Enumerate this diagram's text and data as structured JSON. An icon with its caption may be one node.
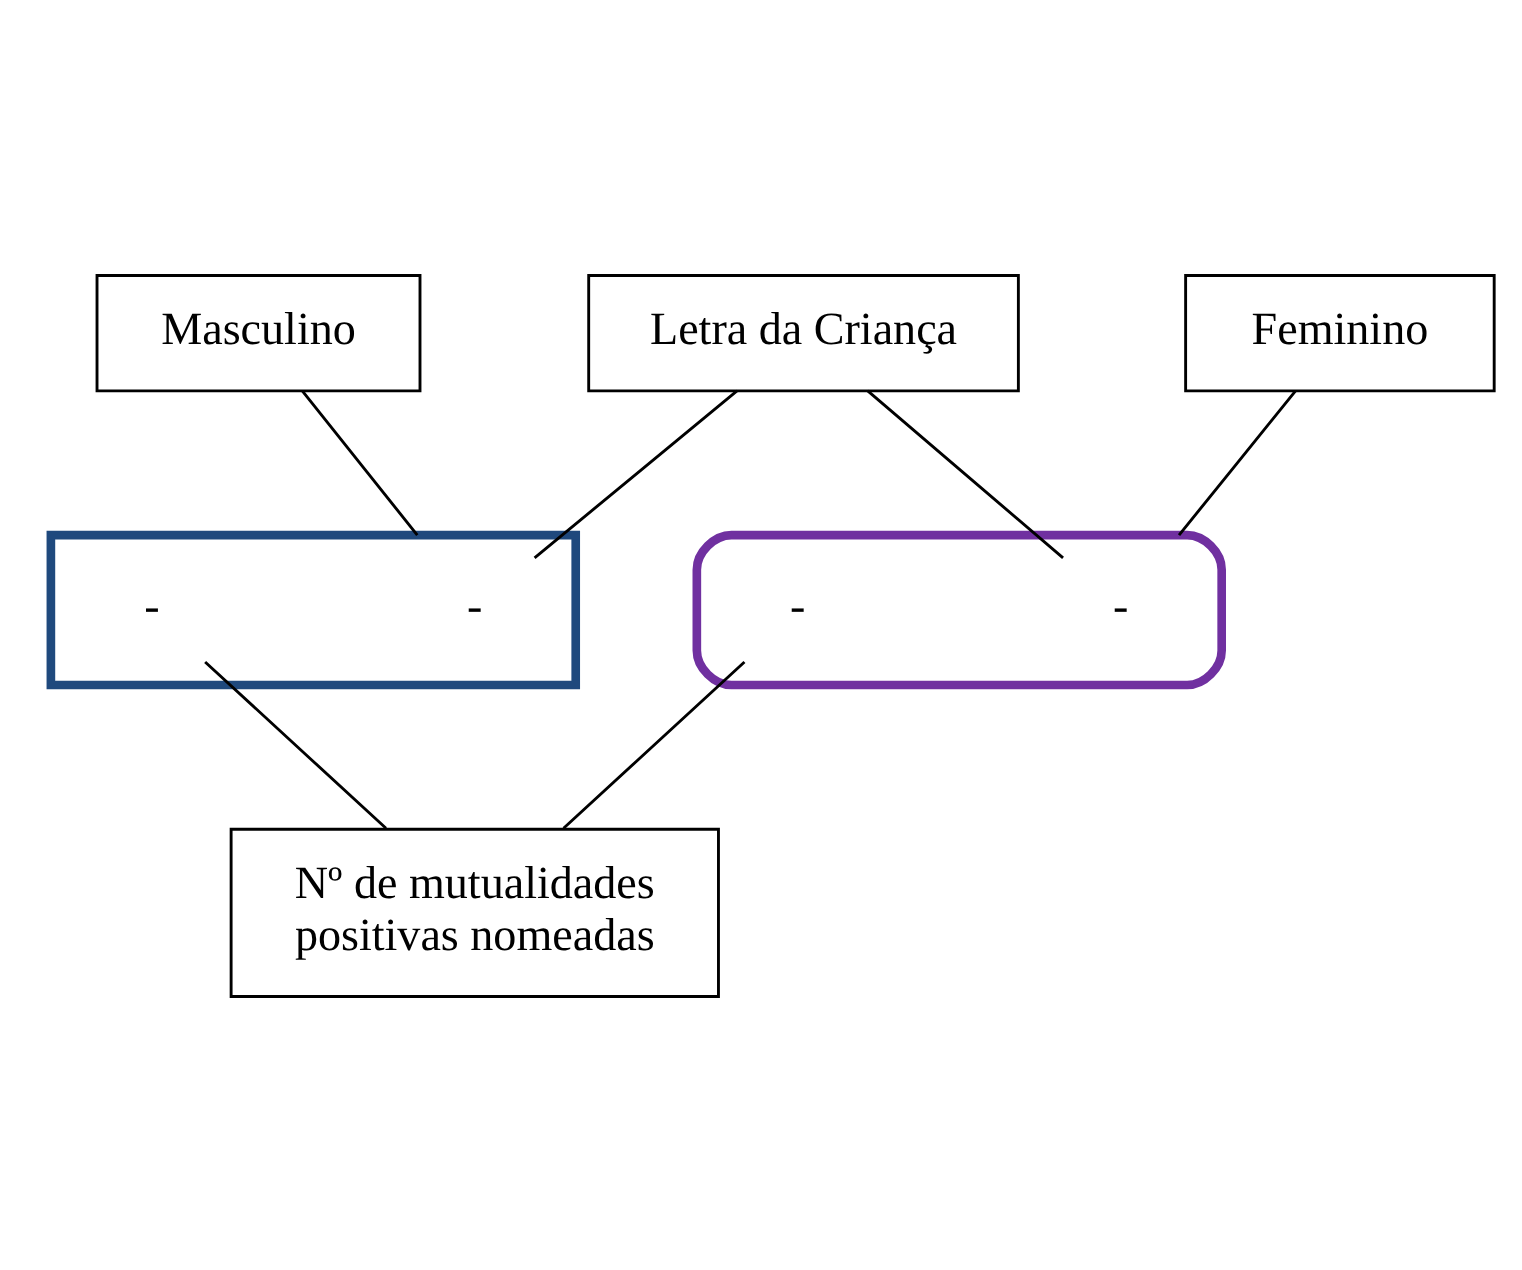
{
  "diagram": {
    "nodes": [
      {
        "text": [
          "Masculino"
        ]
      },
      {
        "text": [
          "Letra da Criança"
        ]
      },
      {
        "text": [
          "Feminino"
        ]
      },
      {
        "text": [],
        "shape": "triangle"
      },
      {
        "text": [
          "-"
        ],
        "in": 3
      },
      {
        "text": [
          "-"
        ],
        "in": 3
      },
      {
        "text": [],
        "shape": "ellipse"
      },
      {
        "text": [
          "-"
        ],
        "in": 6
      },
      {
        "text": [
          "-"
        ],
        "in": 6
      },
      {
        "text": [
          "Nº de mutualidades positivas nomeadas"
        ]
      }
    ],
    "edges": [
      {
        "from": 0,
        "to": 3,
        "arrow": "none"
      },
      {
        "from": 1,
        "to": 4,
        "arrow": "none"
      },
      {
        "from": 1,
        "to": 7,
        "arrow": "none"
      },
      {
        "from": 2,
        "to": 6,
        "arrow": "none"
      },
      {
        "from": 9,
        "to": 5,
        "arrow": "none"
      },
      {
        "from": 9,
        "to": 8,
        "arrow": "none"
      }
    ]
  }
}
